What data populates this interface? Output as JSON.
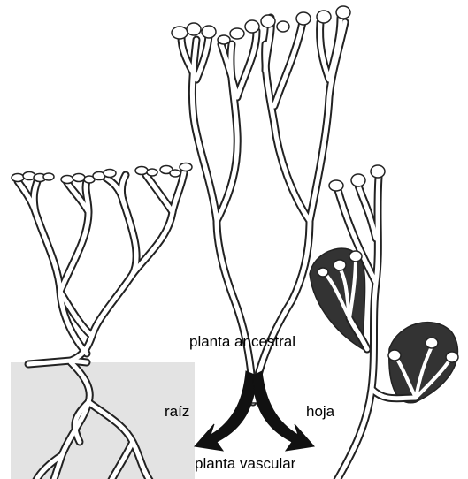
{
  "labels": {
    "ancestral": "planta ancestral",
    "root": "raíz",
    "leaf": "hoja",
    "vascular": "planta vascular"
  },
  "colors": {
    "stem_outline": "#222222",
    "stem_fill": "#ffffff",
    "root_panel": "#e3e3e3",
    "leaf_blade": "#333333",
    "arrow": "#111111"
  }
}
